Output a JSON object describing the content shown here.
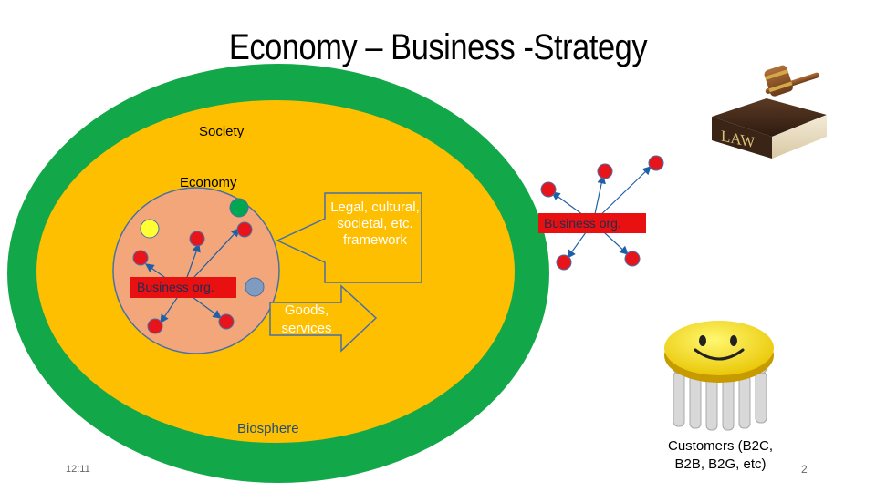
{
  "title": "Economy – Business -Strategy",
  "labels": {
    "society": "Society",
    "economy": "Economy",
    "biosphere": "Biosphere",
    "business_org_left": "Business org.",
    "business_org_right": "Business org.",
    "legal_framework": "Legal, cultural, societal, etc. framework",
    "goods_services": "Goods, services",
    "customers": "Customers (B2C, B2B, B2G, etc)"
  },
  "footer": {
    "time": "12:11",
    "page_number": "2"
  },
  "images": {
    "law_book_text": "LAW"
  },
  "colors": {
    "biosphere": "#12a84a",
    "society": "#fdbf00",
    "economy": "#f2a67a",
    "business_org": "#e81010",
    "arrow": "#fdbf00",
    "yellow_node": "#ffff33",
    "green_node": "#00a651",
    "blue_node": "#7f9cc0",
    "red_node": "#e8141c"
  }
}
